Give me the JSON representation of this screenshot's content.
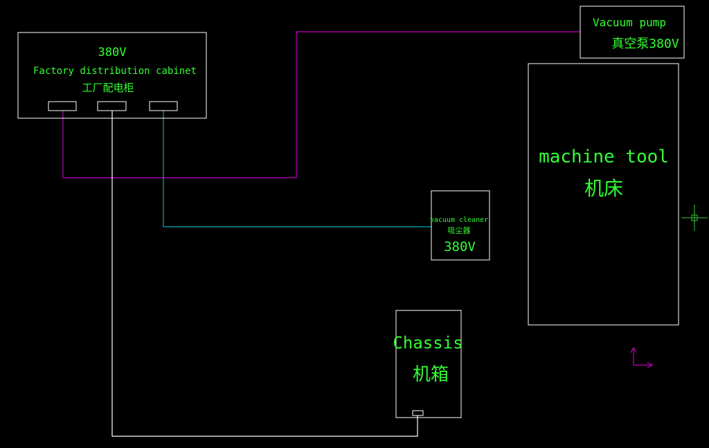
{
  "colors": {
    "background": "#000000",
    "outline": "#ffffff",
    "label": "#33ff33",
    "wire_magenta": "#c000c0",
    "wire_cyan": "#00b0b0",
    "wire_white": "#ffffff",
    "ucs": "#c000c0",
    "cursor": "#33cc33"
  },
  "cabinet": {
    "voltage": "380V",
    "name_en": "Factory distribution cabinet",
    "name_cn": "工厂配电柜"
  },
  "vacuum_pump": {
    "name_en": "Vacuum pump",
    "name_cn": "真空泵380V"
  },
  "machine_tool": {
    "name_en": "machine tool",
    "name_cn": "机床"
  },
  "vacuum_cleaner": {
    "name_en": "vacuum cleaner",
    "name_cn": "吸尘器",
    "voltage": "380V"
  },
  "chassis": {
    "name_en": "Chassis",
    "name_cn": "机箱"
  },
  "icons": {
    "ucs": "ucs-axis-icon",
    "cursor": "crosshair-cursor-icon"
  }
}
